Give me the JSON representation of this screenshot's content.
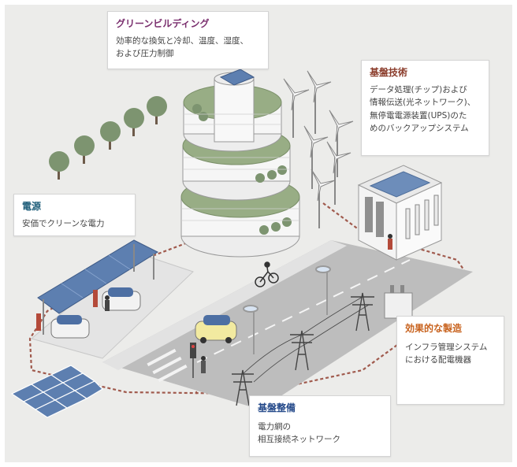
{
  "colors": {
    "background": "#ececea",
    "road": "#bcbcbc",
    "sidewalk": "#e3e3e3",
    "building_white": "#f6f6f6",
    "roof_green": "#98ad85",
    "tree_green": "#7d9470",
    "solar_blue": "#5d7fb0",
    "dotted_line": "#a05a4d",
    "title_purple": "#7a2f6e",
    "title_brown": "#8a3b2a",
    "title_teal": "#1f5e7a",
    "title_orange": "#c8631f",
    "title_navy": "#254a8a"
  },
  "cards": {
    "green_building": {
      "title": "グリーンビルディング",
      "body": "効率的な換気と冷却、温度、湿度、\nおよび圧力制御"
    },
    "infrastructure_tech": {
      "title": "基盤技術",
      "body": "データ処理(チップ)および\n情報伝送(光ネットワーク)、\n無停電電源装置(UPS)のた\nめのバックアップシステム"
    },
    "power_source": {
      "title": "電源",
      "body": "安価でクリーンな電力"
    },
    "efficient_manufacturing": {
      "title": "効果的な製造",
      "body": "インフラ管理システム\nにおける配電機器"
    },
    "infrastructure_maintenance": {
      "title": "基盤整備",
      "body": "電力網の\n相互接続ネットワーク"
    }
  }
}
